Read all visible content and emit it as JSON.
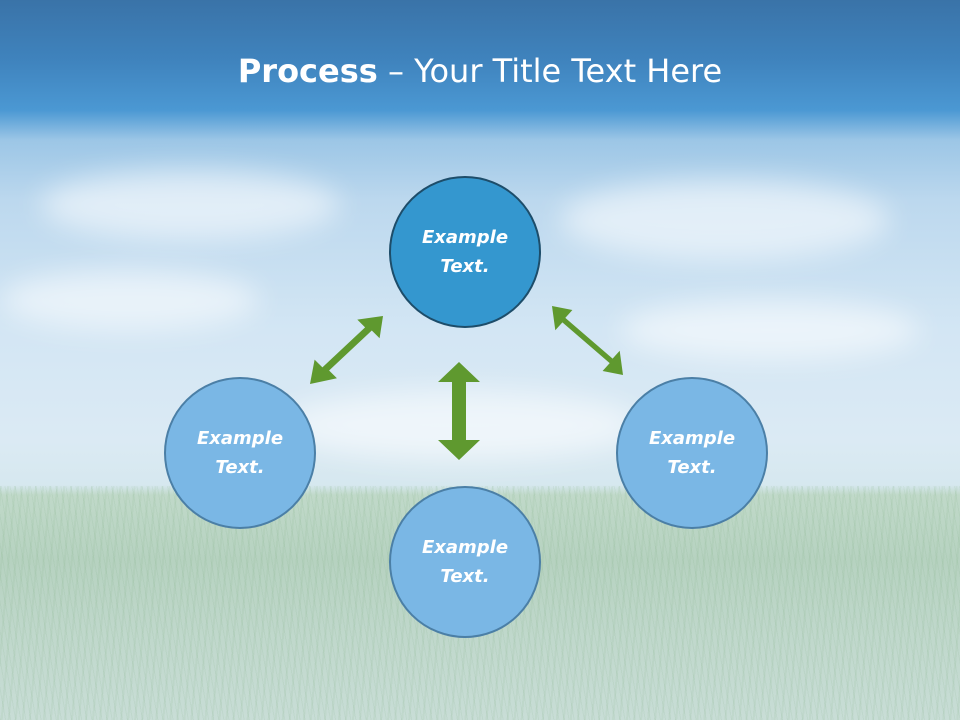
{
  "slide": {
    "title_bold": "Process",
    "title_rest": " – Your Title Text Here"
  },
  "nodes": [
    {
      "id": "top",
      "line1": "Example",
      "line2": "Text."
    },
    {
      "id": "left",
      "line1": "Example",
      "line2": "Text."
    },
    {
      "id": "bottom",
      "line1": "Example",
      "line2": "Text."
    },
    {
      "id": "right",
      "line1": "Example",
      "line2": "Text."
    }
  ],
  "colors": {
    "main_node": "#3497cf",
    "sub_node": "#7ab7e5",
    "arrow": "#5f992f",
    "title_text": "#ffffff"
  }
}
